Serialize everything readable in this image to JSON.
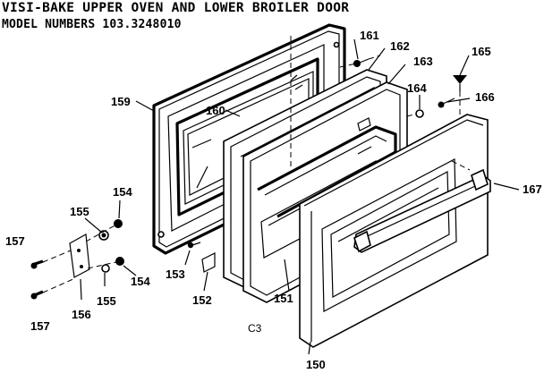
{
  "header": {
    "title": "VISI-BAKE UPPER OVEN AND LOWER BROILER DOOR",
    "model_numbers": "MODEL NUMBERS 103.3248010"
  },
  "diagram_code": "C3",
  "callouts": {
    "p150": "150",
    "p151": "151",
    "p152": "152",
    "p153": "153",
    "p154a": "154",
    "p154b": "154",
    "p155a": "155",
    "p155b": "155",
    "p156": "156",
    "p157a": "157",
    "p157b": "157",
    "p159": "159",
    "p160": "160",
    "p161": "161",
    "p162": "162",
    "p163": "163",
    "p164": "164",
    "p165": "165",
    "p166": "166",
    "p167": "167"
  }
}
